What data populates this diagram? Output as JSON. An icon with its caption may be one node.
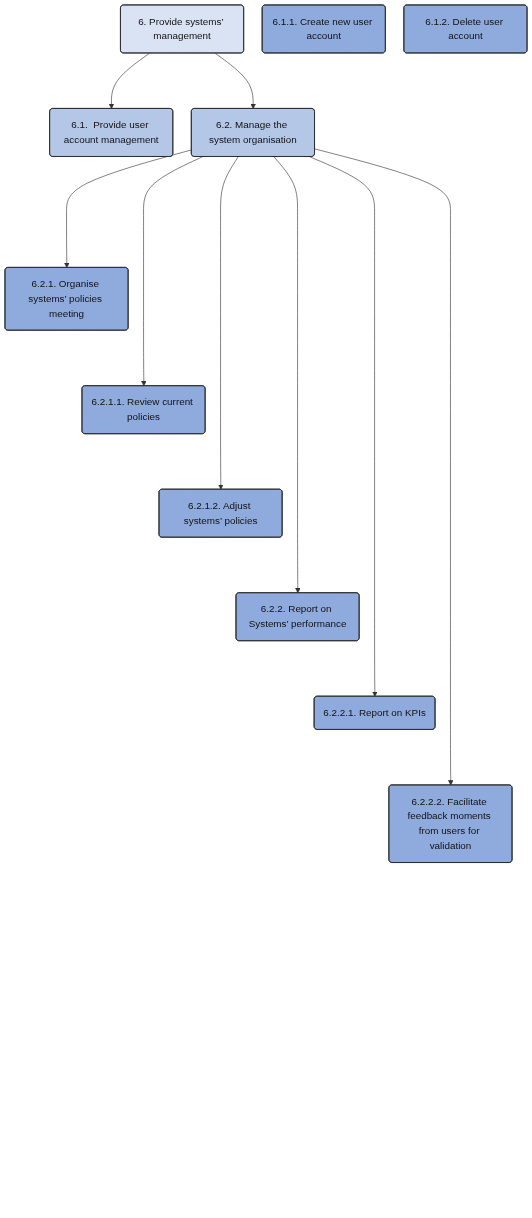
{
  "diagram": {
    "nodes": [
      {
        "text": [
          "6. Provide systems’ management"
        ]
      },
      {
        "text": [
          "6.1.  Provide user account management"
        ]
      },
      {
        "text": [
          "6.1.1. Create new user account"
        ]
      },
      {
        "text": [
          "6.1.2. Delete user account"
        ]
      },
      {
        "text": [
          "6.2. Manage the system organisation"
        ]
      },
      {
        "text": [
          "6.2.1. Organise systems’ policies meeting"
        ]
      },
      {
        "text": [
          "6.2.1.1. Review current policies"
        ]
      },
      {
        "text": [
          "6.2.1.2. Adjust systems’ policies"
        ]
      },
      {
        "text": [
          "6.2.2. Report on Systems’ performance"
        ]
      },
      {
        "text": [
          "6.2.2.1. Report on KPIs"
        ]
      },
      {
        "text": [
          "6.2.2.2. Facilitate feedback moments from users for validation"
        ]
      }
    ],
    "edges": [
      {
        "from": 0,
        "to": 1,
        "arrow": "to"
      },
      {
        "from": 0,
        "to": 4,
        "arrow": "to"
      },
      {
        "from": 4,
        "to": 5,
        "arrow": "to"
      },
      {
        "from": 4,
        "to": 6,
        "arrow": "to"
      },
      {
        "from": 4,
        "to": 7,
        "arrow": "to"
      },
      {
        "from": 4,
        "to": 8,
        "arrow": "to"
      },
      {
        "from": 4,
        "to": 9,
        "arrow": "to"
      },
      {
        "from": 4,
        "to": 10,
        "arrow": "to"
      }
    ]
  }
}
